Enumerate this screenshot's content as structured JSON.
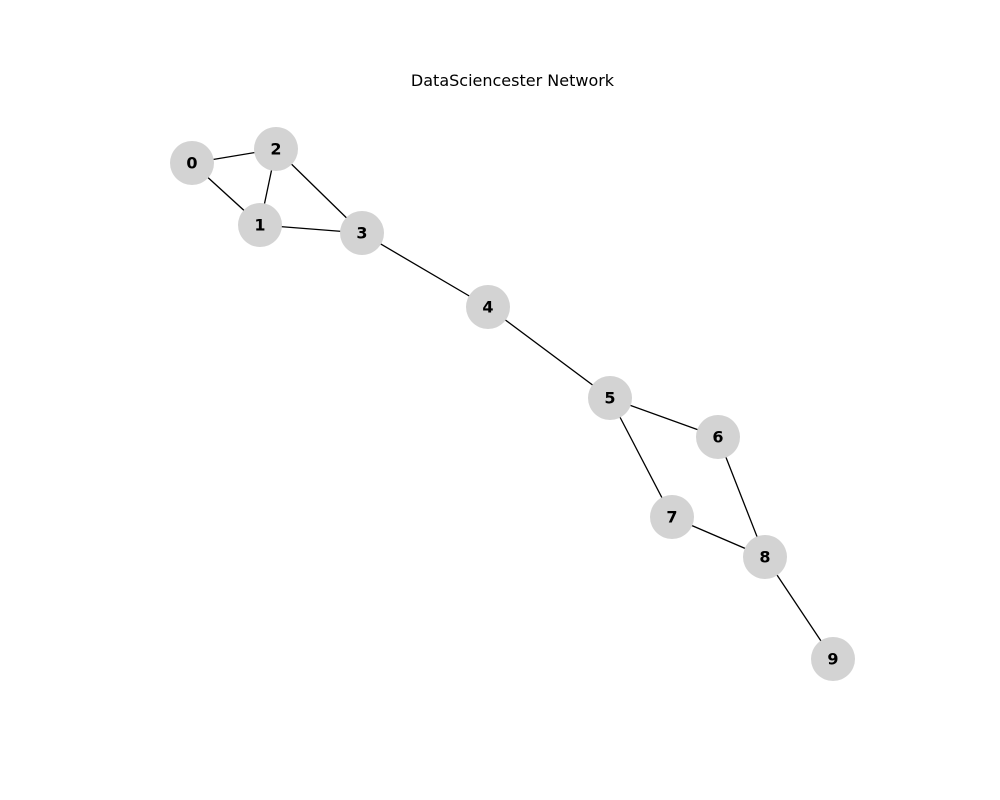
{
  "diagram": {
    "title": "DataSciencester Network",
    "colors": {
      "node_fill": "#d3d3d3",
      "edge_stroke": "#000000",
      "label_color": "#000000",
      "background": "#ffffff"
    },
    "nodes": [
      {
        "id": 0,
        "label": "0"
      },
      {
        "id": 1,
        "label": "1"
      },
      {
        "id": 2,
        "label": "2"
      },
      {
        "id": 3,
        "label": "3"
      },
      {
        "id": 4,
        "label": "4"
      },
      {
        "id": 5,
        "label": "5"
      },
      {
        "id": 6,
        "label": "6"
      },
      {
        "id": 7,
        "label": "7"
      },
      {
        "id": 8,
        "label": "8"
      },
      {
        "id": 9,
        "label": "9"
      }
    ],
    "edges": [
      [
        0,
        1
      ],
      [
        0,
        2
      ],
      [
        1,
        2
      ],
      [
        1,
        3
      ],
      [
        2,
        3
      ],
      [
        3,
        4
      ],
      [
        4,
        5
      ],
      [
        5,
        6
      ],
      [
        5,
        7
      ],
      [
        6,
        8
      ],
      [
        7,
        8
      ],
      [
        8,
        9
      ]
    ]
  }
}
